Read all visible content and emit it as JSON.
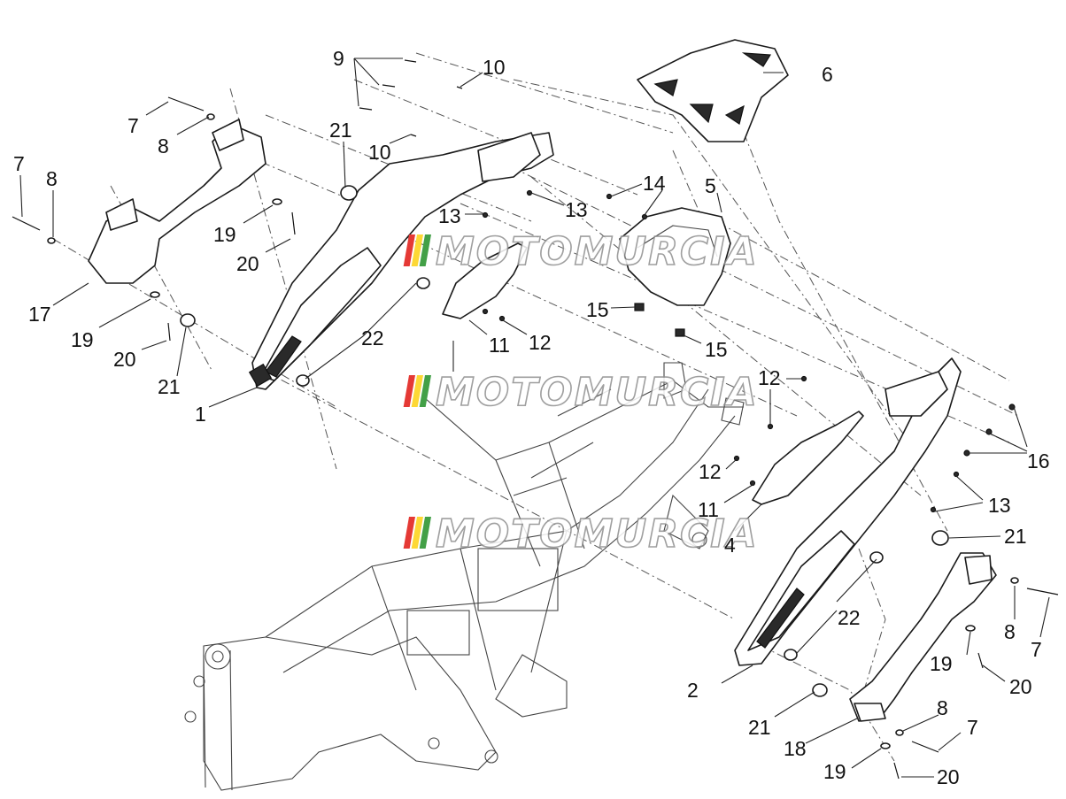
{
  "diagram": {
    "labels": [
      "1",
      "2",
      "4",
      "5",
      "6",
      "7",
      "8",
      "9",
      "10",
      "11",
      "12",
      "13",
      "14",
      "15",
      "16",
      "17",
      "18",
      "19",
      "20",
      "21",
      "22"
    ],
    "watermark": "MOTOMURCIA",
    "colors": {
      "ink": "#1a1a1a",
      "background": "#ffffff",
      "watermark_stripes": [
        "#e53935",
        "#fdd835",
        "#43a047"
      ]
    }
  }
}
